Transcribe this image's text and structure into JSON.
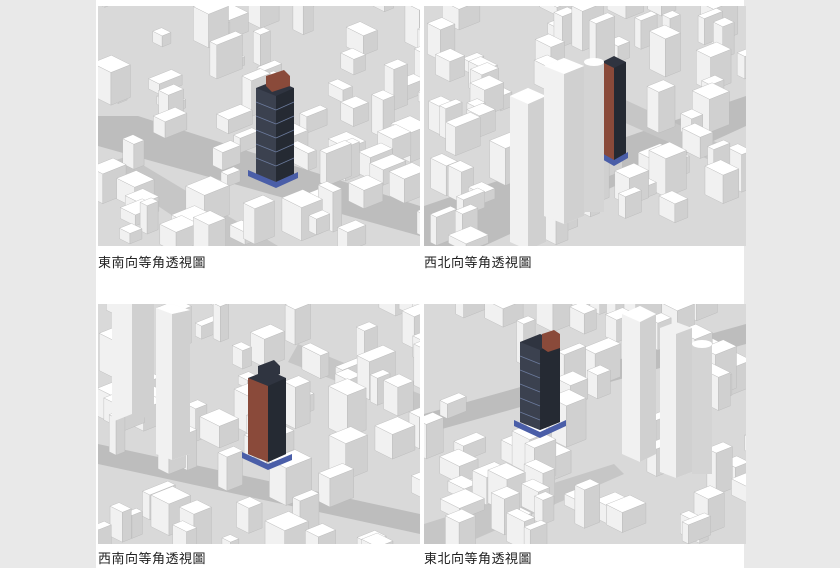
{
  "views": [
    {
      "caption": "東南向等角透視圖"
    },
    {
      "caption": "西北向等角透視圖"
    },
    {
      "caption": "西南向等角透視圖"
    },
    {
      "caption": "東北向等角透視圖"
    }
  ],
  "colors": {
    "page_bg": "#e9e9e9",
    "sheet_bg": "#ffffff",
    "ground": "#d9d9d9",
    "road": "#bdbdbd",
    "block_top": "#ffffff",
    "block_left": "#f1f1f1",
    "block_right": "#d0d0d0",
    "tower_dark": "#2f3440",
    "tower_brick": "#8a4a3a",
    "tower_blue": "#4a5ea8"
  }
}
